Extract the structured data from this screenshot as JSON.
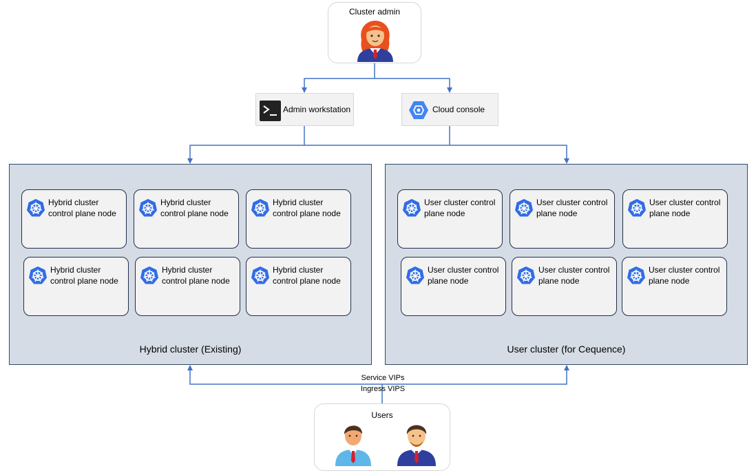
{
  "cluster_admin": {
    "label": "Cluster admin",
    "icon": "woman-admin-icon"
  },
  "admin_workstation": {
    "label": "Admin workstation",
    "icon": "terminal-icon"
  },
  "cloud_console": {
    "label": "Cloud console",
    "icon": "cloud-console-icon"
  },
  "hybrid_cluster": {
    "title": "Hybrid cluster (Existing)",
    "nodes": [
      "Hybrid cluster control plane node",
      "Hybrid cluster control plane node",
      "Hybrid cluster control plane node",
      "Hybrid cluster control plane node",
      "Hybrid cluster control plane node",
      "Hybrid cluster control plane node"
    ]
  },
  "user_cluster": {
    "title": "User cluster (for Cequence)",
    "nodes": [
      "User cluster control plane node",
      "User cluster control plane node",
      "User cluster control plane node",
      "User cluster control plane node",
      "User cluster control plane node",
      "User cluster control plane node"
    ]
  },
  "vips": {
    "service": "Service VIPs",
    "ingress": "Ingress VIPS"
  },
  "users": {
    "label": "Users",
    "icon": "users-icon"
  },
  "colors": {
    "arrow": "#4472c4",
    "cluster_fill": "#d6dce5",
    "k8s_blue": "#326ce5",
    "node_fill": "#f2f2f2"
  }
}
